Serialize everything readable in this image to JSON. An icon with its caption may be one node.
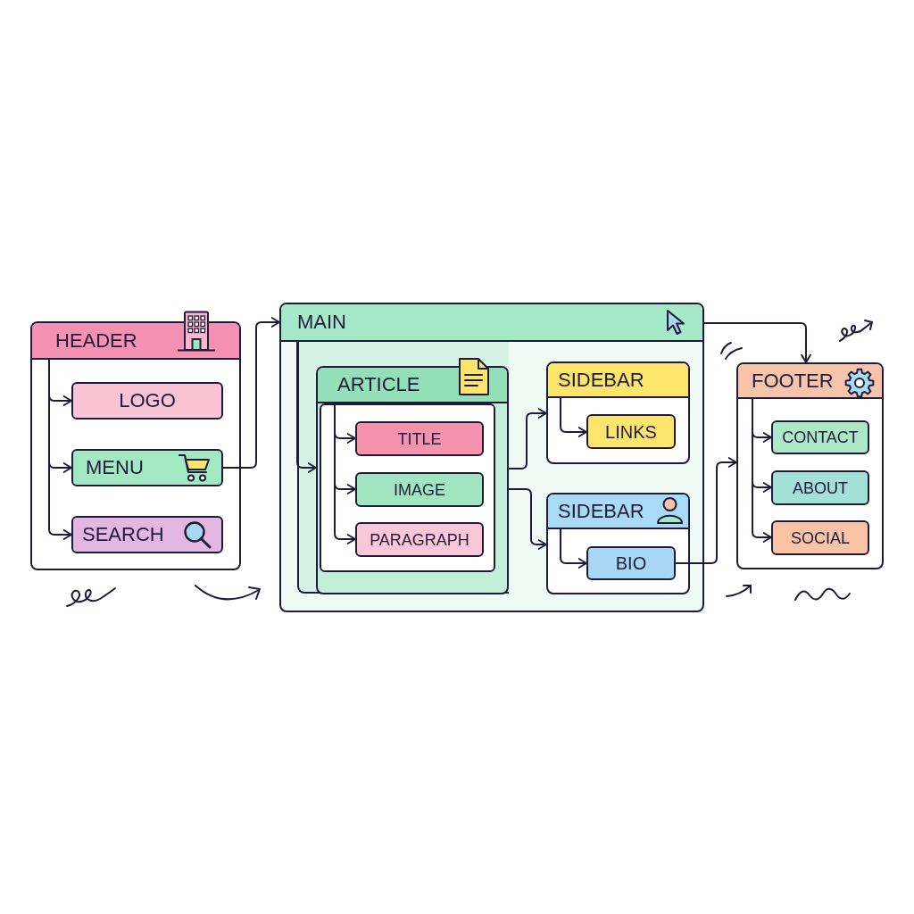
{
  "diagram": {
    "nodes": [
      {
        "text": [
          "HEADER"
        ]
      },
      {
        "text": [
          "LOGO"
        ],
        "in": 0
      },
      {
        "text": [
          "MENU"
        ],
        "in": 0
      },
      {
        "text": [
          "SEARCH"
        ],
        "in": 0
      },
      {
        "text": [
          "MAIN"
        ]
      },
      {
        "text": [
          "ARTICLE"
        ],
        "in": 4
      },
      {
        "text": [
          "TITLE"
        ],
        "in": 5
      },
      {
        "text": [
          "IMAGE"
        ],
        "in": 5
      },
      {
        "text": [
          "PARAGRAPH"
        ],
        "in": 5
      },
      {
        "text": [
          "SIDEBAR"
        ],
        "in": 4
      },
      {
        "text": [
          "LINKS"
        ],
        "in": 9
      },
      {
        "text": [
          "SIDEBAR"
        ],
        "in": 4
      },
      {
        "text": [
          "BIO"
        ],
        "in": 11
      },
      {
        "text": [
          "FOOTER"
        ]
      },
      {
        "text": [
          "CONTACT"
        ],
        "in": 13
      },
      {
        "text": [
          "ABOUT"
        ],
        "in": 13
      },
      {
        "text": [
          "SOCIAL"
        ],
        "in": 13
      }
    ],
    "edges": [
      {
        "from": 0,
        "to": 1,
        "arrow": "to"
      },
      {
        "from": 0,
        "to": 2,
        "arrow": "to"
      },
      {
        "from": 0,
        "to": 3,
        "arrow": "to"
      },
      {
        "from": 2,
        "to": 4,
        "arrow": "to"
      },
      {
        "from": 4,
        "to": 5,
        "arrow": "to"
      },
      {
        "from": 5,
        "to": 6,
        "arrow": "to"
      },
      {
        "from": 5,
        "to": 7,
        "arrow": "to"
      },
      {
        "from": 5,
        "to": 8,
        "arrow": "to"
      },
      {
        "from": 5,
        "to": 9,
        "arrow": "to"
      },
      {
        "from": 5,
        "to": 11,
        "arrow": "to"
      },
      {
        "from": 9,
        "to": 10,
        "arrow": "to"
      },
      {
        "from": 11,
        "to": 12,
        "arrow": "to"
      },
      {
        "from": 12,
        "to": 13,
        "arrow": "to"
      },
      {
        "from": 4,
        "to": 13,
        "arrow": "to"
      },
      {
        "from": 13,
        "to": 14,
        "arrow": "to"
      },
      {
        "from": 13,
        "to": 15,
        "arrow": "to"
      },
      {
        "from": 13,
        "to": 16,
        "arrow": "to"
      }
    ]
  }
}
